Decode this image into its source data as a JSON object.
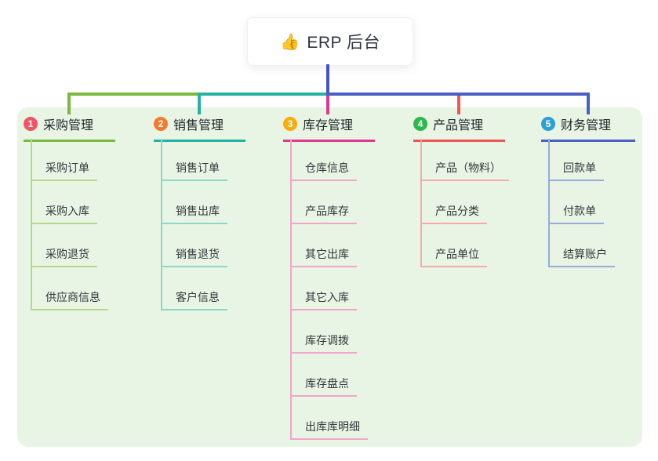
{
  "root": {
    "icon": "👍",
    "icon_name": "thumbs-up-icon",
    "label": "ERP 后台",
    "connector_color": "#4453c3"
  },
  "panel": {
    "background": "#e9f5e4"
  },
  "branches": [
    {
      "num": "1",
      "label": "采购管理",
      "badge_color": "#f05467",
      "line_color": "#7cb83e",
      "light_color": "#b5d98c",
      "children": [
        "采购订单",
        "采购入库",
        "采购退货",
        "供应商信息"
      ]
    },
    {
      "num": "2",
      "label": "销售管理",
      "badge_color": "#f37b2f",
      "line_color": "#25b2a2",
      "light_color": "#8bd7cb",
      "children": [
        "销售订单",
        "销售出库",
        "销售退货",
        "客户信息"
      ]
    },
    {
      "num": "3",
      "label": "库存管理",
      "badge_color": "#f9ac0e",
      "line_color": "#e0388f",
      "light_color": "#f2a3ce",
      "children": [
        "仓库信息",
        "产品库存",
        "其它出库",
        "其它入库",
        "库存调拨",
        "库存盘点",
        "出库库明细"
      ]
    },
    {
      "num": "4",
      "label": "产品管理",
      "badge_color": "#2db84e",
      "line_color": "#f15555",
      "light_color": "#f6aaa6",
      "children": [
        "产品（物料）",
        "产品分类",
        "产品单位"
      ]
    },
    {
      "num": "5",
      "label": "财务管理",
      "badge_color": "#2c9fd9",
      "line_color": "#4a5fc4",
      "light_color": "#96aade",
      "children": [
        "回款单",
        "付款单",
        "结算账户"
      ]
    }
  ]
}
